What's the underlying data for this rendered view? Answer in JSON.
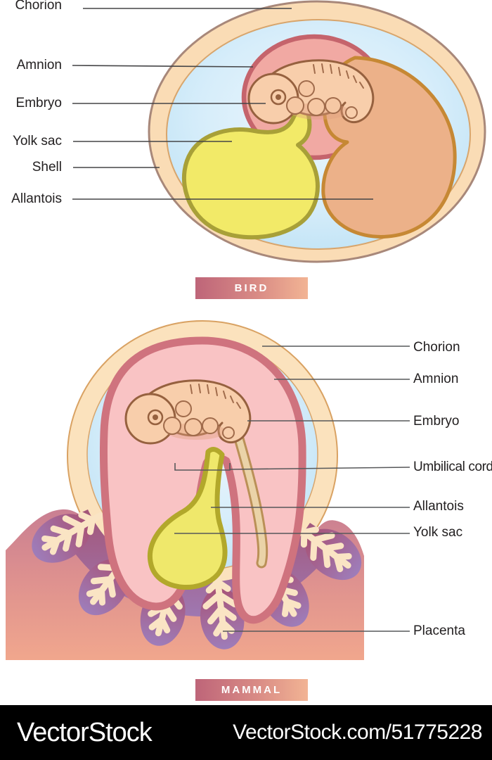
{
  "bird": {
    "section_label": "BIRD",
    "labels": {
      "chorion": "Chorion",
      "amnion": "Amnion",
      "embryo": "Embryo",
      "yolk_sac": "Yolk sac",
      "shell": "Shell",
      "allantois": "Allantois"
    }
  },
  "mammal": {
    "section_label": "MAMMAL",
    "labels": {
      "chorion": "Chorion",
      "amnion": "Amnion",
      "embryo": "Embryo",
      "umbilical_cord": "Umbilical cord",
      "allantois": "Allantois",
      "yolk_sac": "Yolk sac",
      "placenta": "Placenta"
    }
  },
  "watermark": {
    "brand": "VectorStock",
    "image_url_text": "VectorStock.com/51775228"
  },
  "colors": {
    "shell_fill": "#FADCB5",
    "shell_outline": "#A8887A",
    "fluid_blue": "#BEE2F5",
    "amnion_pink": "#F1A9A3",
    "amnion_ring": "#C5646C",
    "mammal_amnion_pink": "#F9C3C4",
    "mammal_amnion_ring": "#CF737E",
    "yolk_yellow": "#F2EA68",
    "yolk_outline": "#A8A038",
    "allantois_orange": "#ECB189",
    "allantois_outline": "#C68834",
    "embryo_skin": "#F8CEAB",
    "embryo_outline": "#96613F",
    "umbilical_cord_tan": "#EAD3A8",
    "uterus_rose": "#C77D92",
    "uterus_peach": "#F2A88D",
    "villi_mauve": "#A85377",
    "villi_purple": "#9E7DBA",
    "banner_gradient_left": "#BE6579",
    "banner_gradient_right": "#F2B494",
    "footer_background": "#000000"
  }
}
